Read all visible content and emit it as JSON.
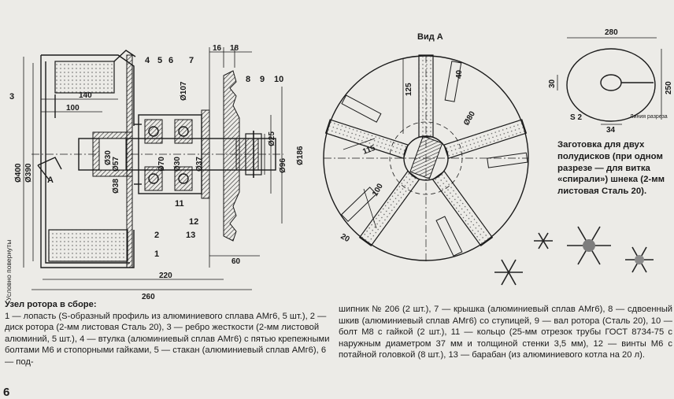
{
  "assembly": {
    "part_numbers": [
      "1",
      "2",
      "3",
      "4",
      "5",
      "6",
      "7",
      "8",
      "9",
      "10",
      "11",
      "12",
      "13"
    ],
    "dimensions": {
      "d400": "Ø400",
      "d390": "Ø390",
      "d57": "Ø57",
      "d30": "Ø30",
      "d38": "Ø38",
      "d70": "Ø70",
      "d30b": "Ø30",
      "d37": "Ø37",
      "d107": "Ø107",
      "d25": "Ø25",
      "d96": "Ø96",
      "d186": "Ø186",
      "len140": "140",
      "len100": "100",
      "len220": "220",
      "len260": "260",
      "len60": "60",
      "len16": "16",
      "len18": "18"
    },
    "letter_a": "A",
    "side_label": "Условно повернуты"
  },
  "view_a": {
    "title": "Вид А",
    "dimensions": {
      "d125": "125",
      "d40": "40",
      "d80": "Ø80",
      "d115": "115",
      "d100": "100",
      "d20": "20"
    }
  },
  "blank": {
    "dimensions": {
      "d280": "280",
      "d250": "250",
      "d30": "30",
      "d34": "34"
    },
    "s_label": "S 2",
    "cut_label": "Линия разреза",
    "note": "Заготовка для двух полудисков (при одном разрезе — для витка «спирали») шнека (2-мм листовая Сталь 20)."
  },
  "caption": {
    "title": "Узел ротора в сборе:",
    "left_text": "1 — лопасть (S-образный профиль из алюминиевого сплава АМг6, 5 шт.), 2 — диск ротора (2-мм листовая Сталь 20), 3 — ребро жесткости (2-мм листовой алюминий, 5 шт.), 4 — втулка (алюминиевый сплав АМг6) с пятью крепежными болтами М6 и стопорными гайками, 5 — стакан (алюминиевый сплав АМг6), 6 — под-",
    "right_text": "шипник № 206 (2 шт.), 7 — крышка (алюминиевый сплав АМг6), 8 — сдвоенный шкив (алюминиевый сплав АМг6) со ступицей, 9 — вал ротора (Сталь 20), 10 — болт М8 с гайкой (2 шт.), 11 — кольцо (25-мм отрезок трубы ГОСТ 8734-75 с наружным диаметром 37 мм и толщиной стенки 3,5 мм), 12 — винты М6 с потайной головкой (8 шт.), 13 — барабан (из алюминиевого котла на 20 л)."
  },
  "page_number": "6"
}
